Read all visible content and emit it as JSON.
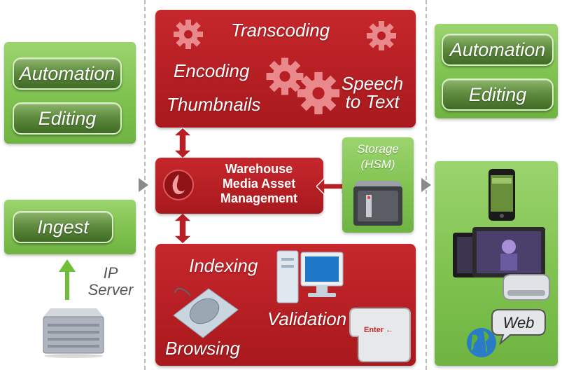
{
  "left_panel": {
    "top_buttons": [
      "Automation",
      "Editing"
    ],
    "ingest_label": "Ingest",
    "ip_server_label": "IP\nServer"
  },
  "processing": {
    "top_labels": {
      "transcoding": "Transcoding",
      "encoding": "Encoding",
      "thumbnails": "Thumbnails",
      "speech_to_text": "Speech\nto Text"
    },
    "warehouse_label": "Warehouse\nMedia Asset\nManagement",
    "storage_label": "Storage\n(HSM)",
    "bottom_labels": {
      "indexing": "Indexing",
      "validation": "Validation",
      "browsing": "Browsing"
    },
    "enter_key_label": "Enter ←"
  },
  "right_panel": {
    "top_buttons": [
      "Automation",
      "Editing"
    ],
    "web_label": "Web"
  },
  "colors": {
    "red": "#b71f24",
    "green": "#7fc24f",
    "dark_green": "#4f7d33"
  }
}
